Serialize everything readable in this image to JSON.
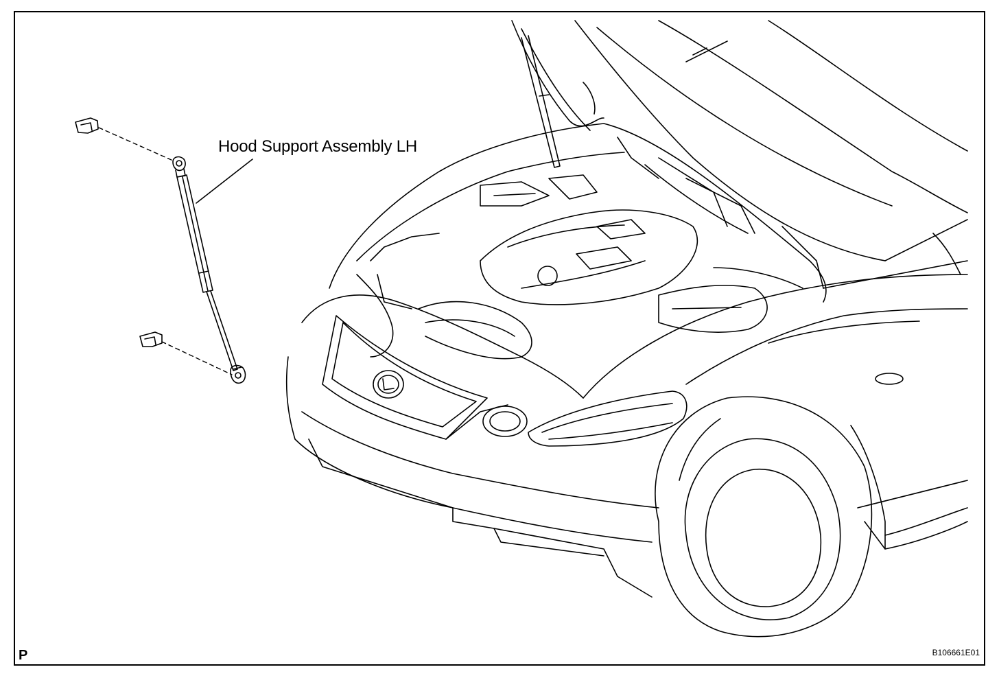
{
  "diagram": {
    "callout_label": "Hood Support Assembly LH",
    "corner_mark": "P",
    "figure_id": "B106661E01"
  },
  "colors": {
    "line": "#000000",
    "background": "#ffffff"
  }
}
